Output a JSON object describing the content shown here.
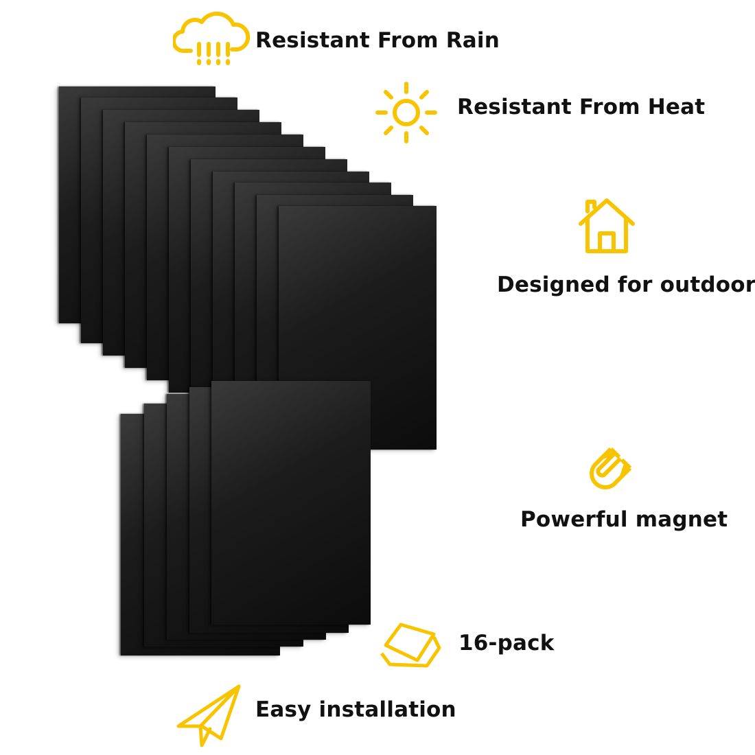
{
  "accent_color": "#f8c400",
  "sheet_color": "#101010",
  "features": {
    "rain": {
      "label": "Resistant From Rain",
      "icon": "rain-cloud-icon"
    },
    "heat": {
      "label": "Resistant From Heat",
      "icon": "sun-icon"
    },
    "outdoor": {
      "label": "Designed for outdoor",
      "icon": "house-icon"
    },
    "magnet": {
      "label": "Powerful magnet",
      "icon": "magnet-icon"
    },
    "pack": {
      "label": "16-pack",
      "icon": "stacked-sheets-icon"
    },
    "install": {
      "label": "Easy installation",
      "icon": "paper-plane-icon"
    }
  }
}
